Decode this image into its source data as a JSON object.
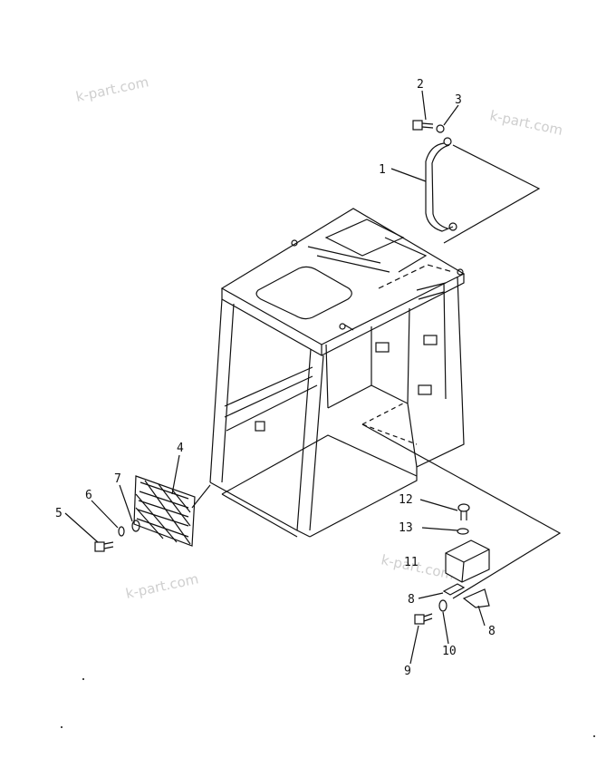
{
  "watermark": "k-part.com",
  "labels": {
    "p1": "1",
    "p2": "2",
    "p3": "3",
    "p4": "4",
    "p5": "5",
    "p6": "6",
    "p7": "7",
    "p8a": "8",
    "p8b": "8",
    "p9": "9",
    "p10": "10",
    "p11": "11",
    "p12": "12",
    "p13": "13"
  }
}
